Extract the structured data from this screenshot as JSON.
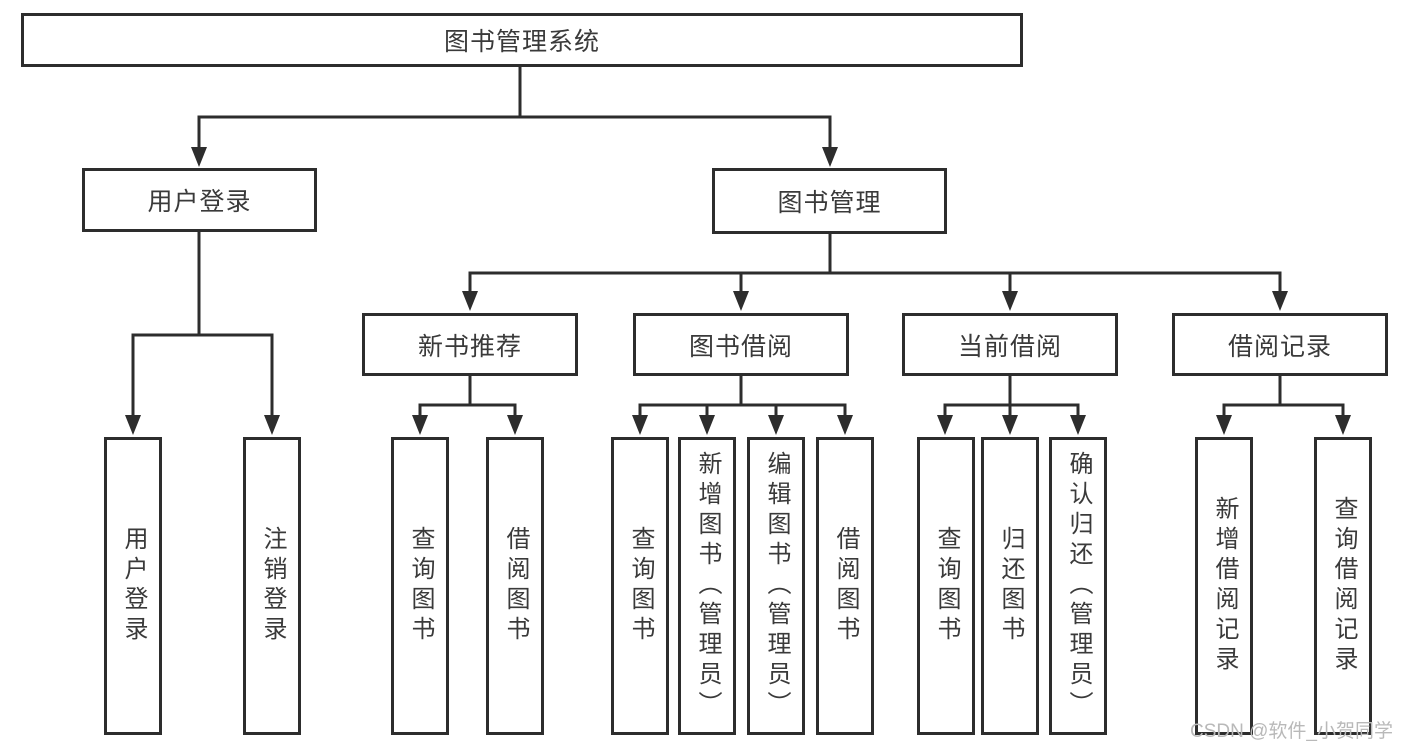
{
  "nodes": {
    "root": {
      "label": "图书管理系统"
    },
    "branches": [
      {
        "label": "用户登录",
        "children": [
          {
            "label": "用户登录"
          },
          {
            "label": "注销登录"
          }
        ]
      },
      {
        "label": "图书管理",
        "children": [
          {
            "label": "新书推荐",
            "children": [
              {
                "label": "查询图书"
              },
              {
                "label": "借阅图书"
              }
            ]
          },
          {
            "label": "图书借阅",
            "children": [
              {
                "label": "查询图书"
              },
              {
                "label": "新增图书（管理员）"
              },
              {
                "label": "编辑图书（管理员）"
              },
              {
                "label": "借阅图书"
              }
            ]
          },
          {
            "label": "当前借阅",
            "children": [
              {
                "label": "查询图书"
              },
              {
                "label": "归还图书"
              },
              {
                "label": "确认归还（管理员）"
              }
            ]
          },
          {
            "label": "借阅记录",
            "children": [
              {
                "label": "新增借阅记录"
              },
              {
                "label": "查询借阅记录"
              }
            ]
          }
        ]
      }
    ]
  },
  "watermark": {
    "text": "CSDN @软件_小贺同学"
  },
  "colors": {
    "line": "#2d2d2d",
    "text": "#3a3a3a",
    "watermark_text": "#b9b9b9",
    "background": "#ffffff"
  }
}
